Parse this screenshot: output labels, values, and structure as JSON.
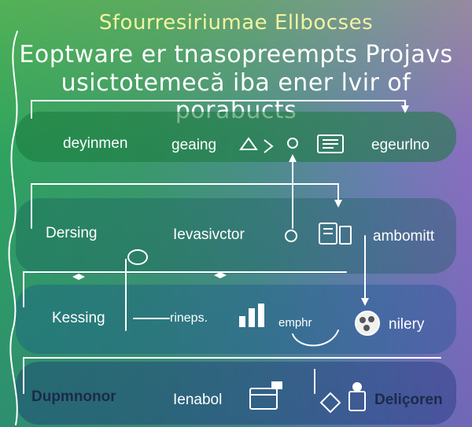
{
  "title": {
    "line1": "Sfourresiriumae Ellbocses",
    "line2": "Eoptware er tnasopreempts Projavs",
    "line3": "usictotemecă iba ener lvir of porabucts"
  },
  "rows": [
    {
      "left": "deyinmen",
      "middle": "geaing",
      "right": "egeurlno"
    },
    {
      "left": "Dersing",
      "middle": "Ievasivctor",
      "right": "ambomitt"
    },
    {
      "left": "Kessing",
      "middle": "rineps.",
      "middle2": "emphr",
      "right": "nilery"
    },
    {
      "left": "Dupmnonor",
      "middle": "Ienabol",
      "right": "Deliçoren"
    }
  ],
  "colors": {
    "line": "#ffffff",
    "accent": "#f3f3a0"
  }
}
